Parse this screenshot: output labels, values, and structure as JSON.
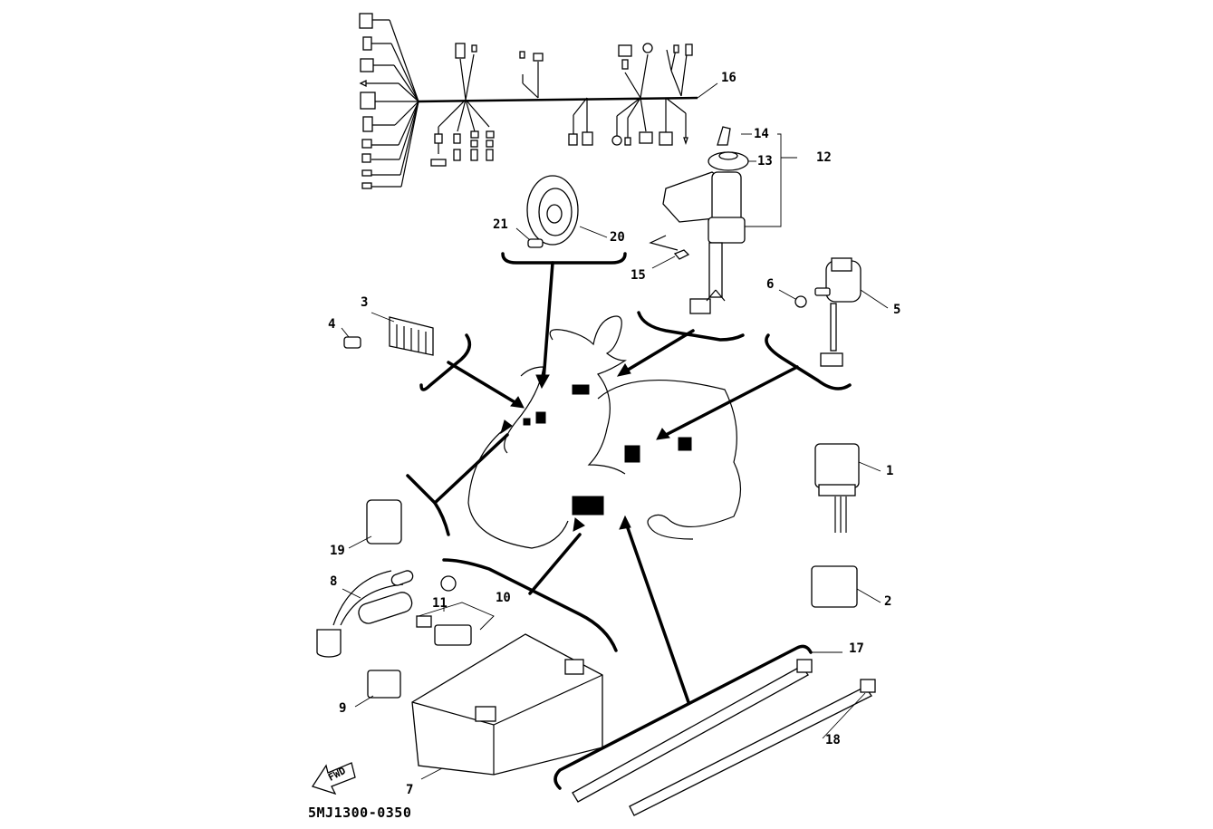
{
  "diagram": {
    "type": "exploded-parts-diagram",
    "drawing_code": "5MJ1300-0350",
    "direction_indicator": "FWD",
    "callouts": [
      {
        "id": "1",
        "label": "1"
      },
      {
        "id": "2",
        "label": "2"
      },
      {
        "id": "3",
        "label": "3"
      },
      {
        "id": "4",
        "label": "4"
      },
      {
        "id": "5",
        "label": "5"
      },
      {
        "id": "6",
        "label": "6"
      },
      {
        "id": "7",
        "label": "7"
      },
      {
        "id": "8",
        "label": "8"
      },
      {
        "id": "9",
        "label": "9"
      },
      {
        "id": "10",
        "label": "10"
      },
      {
        "id": "11",
        "label": "11"
      },
      {
        "id": "12",
        "label": "12"
      },
      {
        "id": "13",
        "label": "13"
      },
      {
        "id": "14",
        "label": "14"
      },
      {
        "id": "15",
        "label": "15"
      },
      {
        "id": "16",
        "label": "16"
      },
      {
        "id": "17",
        "label": "17"
      },
      {
        "id": "18",
        "label": "18"
      },
      {
        "id": "19",
        "label": "19"
      },
      {
        "id": "20",
        "label": "20"
      },
      {
        "id": "21",
        "label": "21"
      }
    ]
  }
}
